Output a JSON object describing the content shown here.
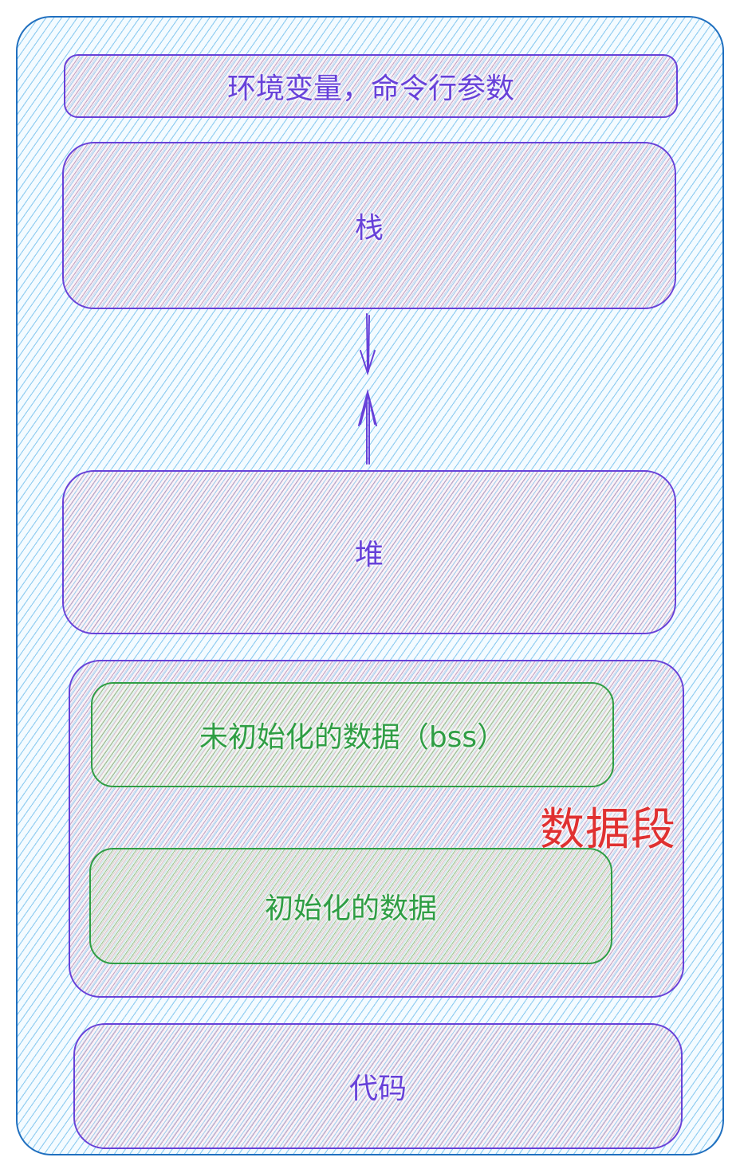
{
  "diagram": {
    "env_label": "环境变量，命令行参数",
    "stack_label": "栈",
    "heap_label": "堆",
    "data_segment_label": "数据段",
    "bss_label": "未初始化的数据（bss）",
    "init_label": "初始化的数据",
    "code_label": "代码",
    "colors": {
      "outer_border": "#1f6fbf",
      "segment_border": "#6741d9",
      "data_box_border": "#2f9e44",
      "data_segment_text": "#e03131"
    }
  }
}
